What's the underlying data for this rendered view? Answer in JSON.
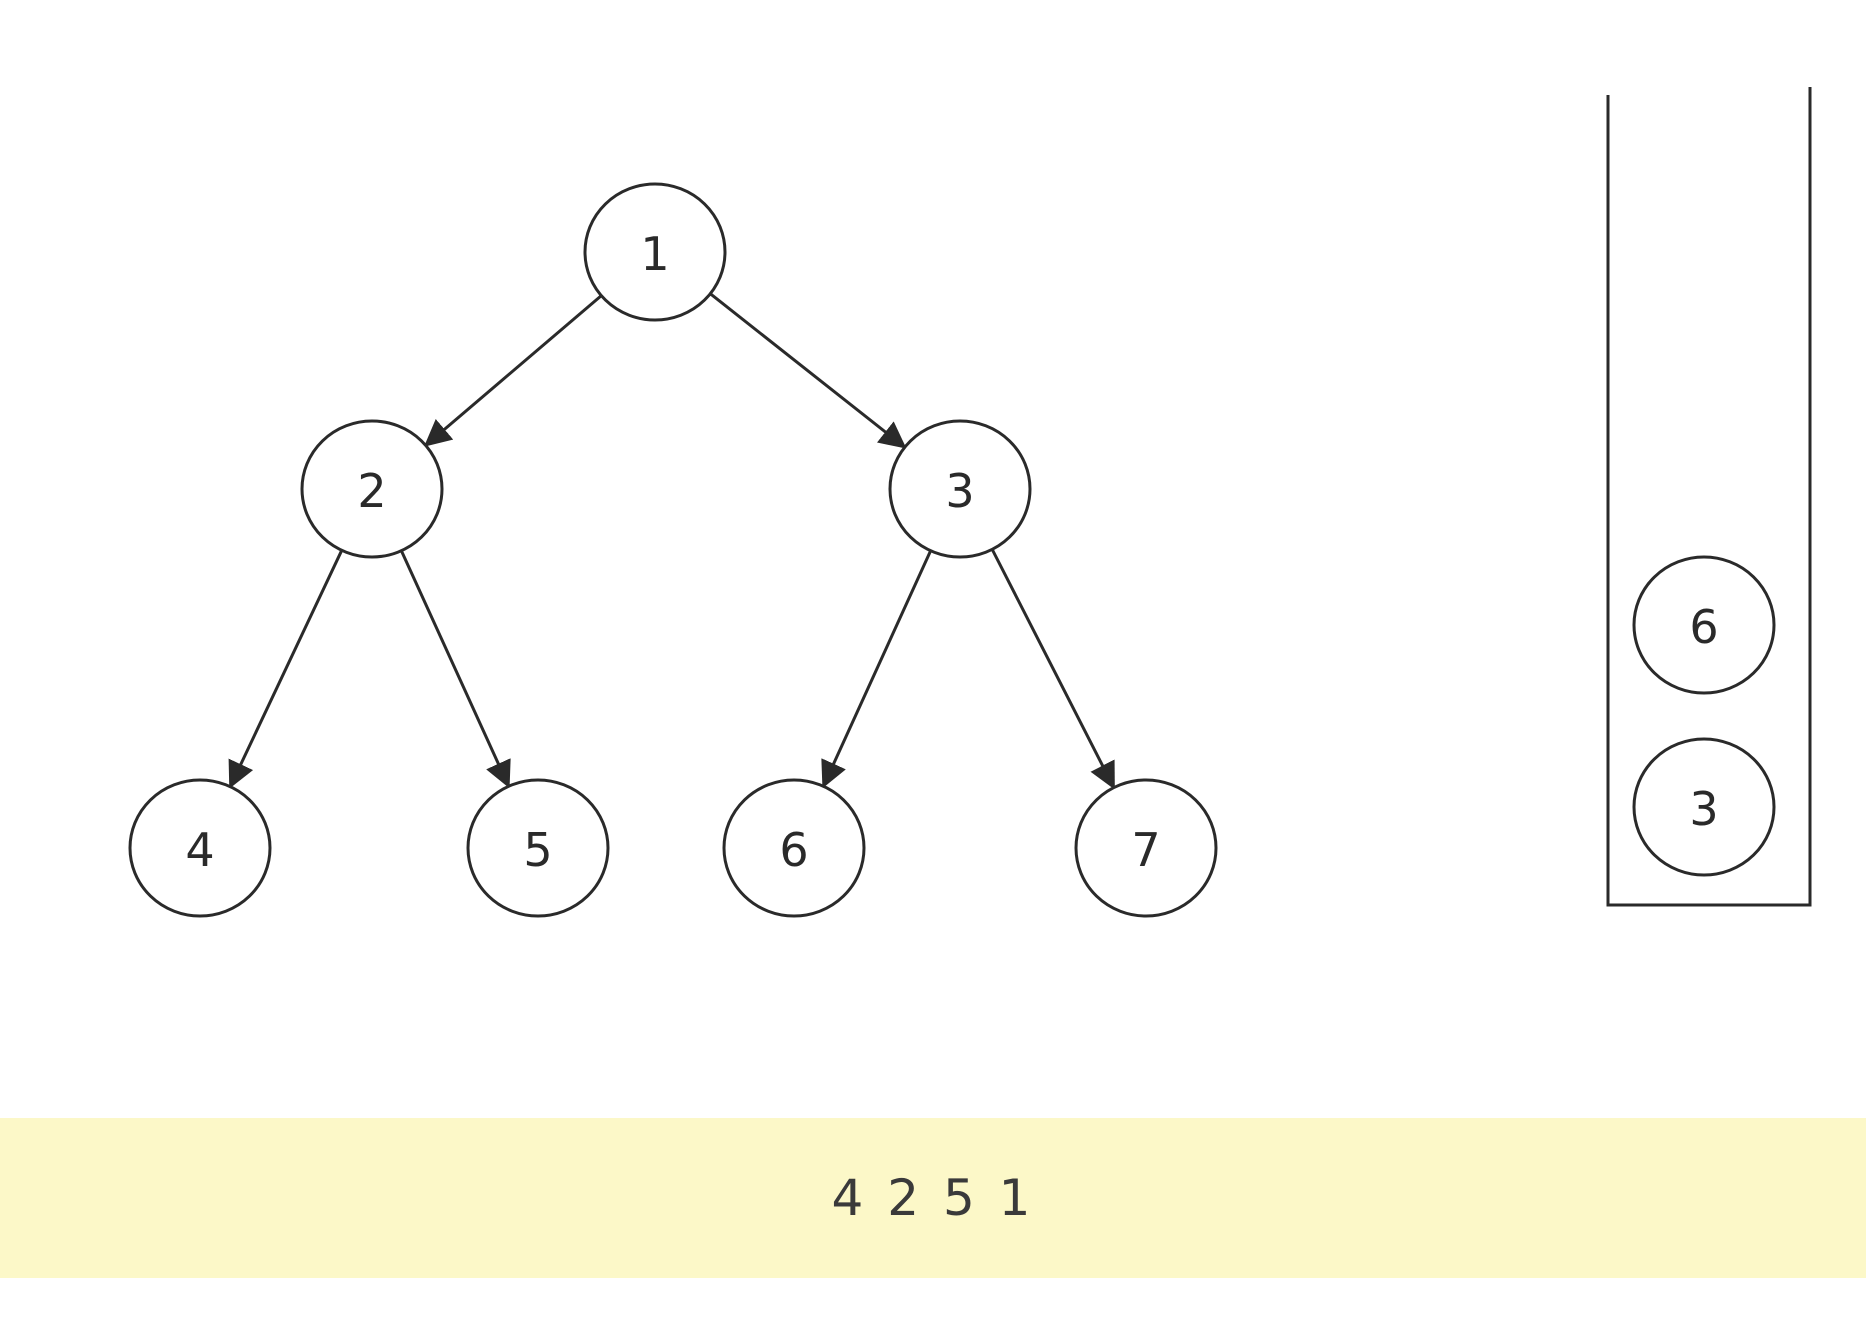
{
  "diagram": {
    "tree": {
      "nodes": [
        {
          "id": "n1",
          "label": "1"
        },
        {
          "id": "n2",
          "label": "2"
        },
        {
          "id": "n3",
          "label": "3"
        },
        {
          "id": "n4",
          "label": "4"
        },
        {
          "id": "n5",
          "label": "5"
        },
        {
          "id": "n6",
          "label": "6"
        },
        {
          "id": "n7",
          "label": "7"
        }
      ],
      "edges": [
        {
          "from": "n1",
          "to": "n2"
        },
        {
          "from": "n1",
          "to": "n3"
        },
        {
          "from": "n2",
          "to": "n4"
        },
        {
          "from": "n2",
          "to": "n5"
        },
        {
          "from": "n3",
          "to": "n6"
        },
        {
          "from": "n3",
          "to": "n7"
        }
      ]
    },
    "stack": {
      "items_top_to_bottom": [
        "6",
        "3"
      ]
    },
    "output": {
      "text": "4 2 5 1"
    },
    "colors": {
      "stroke": "#2a2a2a",
      "node_fill": "#ffffff",
      "output_background": "#fcf8c8"
    }
  }
}
